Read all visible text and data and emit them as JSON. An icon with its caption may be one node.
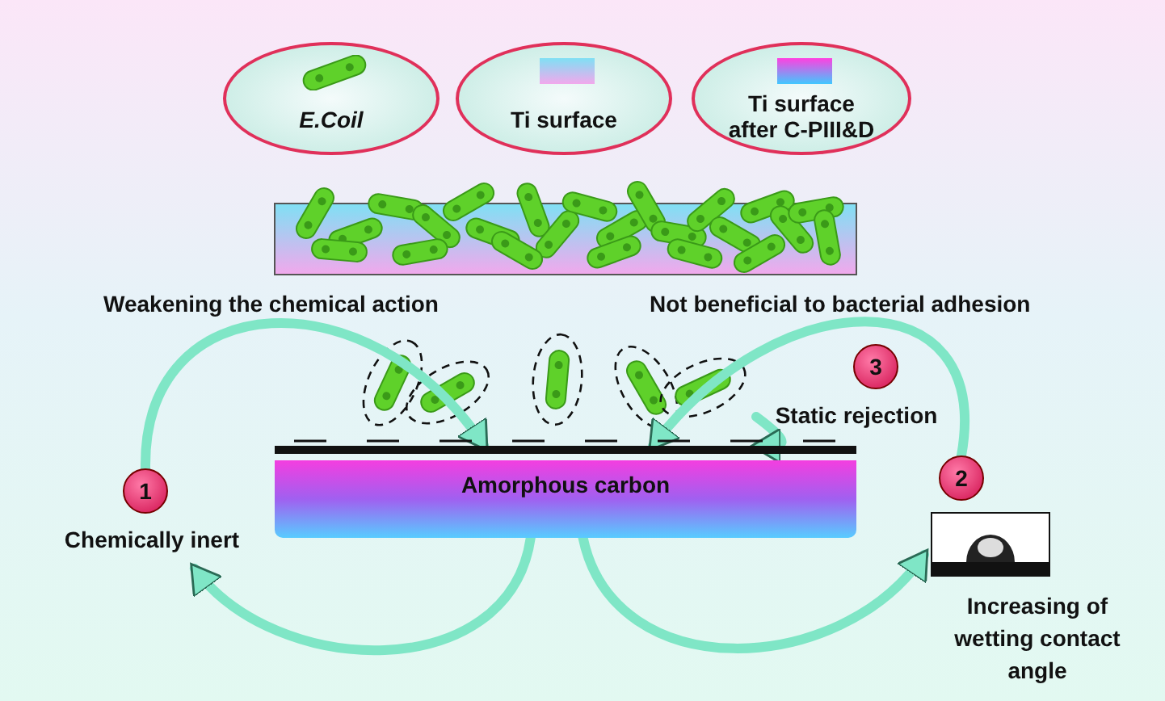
{
  "diagram": {
    "nodes": [
      {
        "text": [
          "E.Coil"
        ]
      },
      {
        "text": [
          "Ti surface"
        ]
      },
      {
        "text": [
          "Ti surface after C-PIII&D"
        ]
      },
      {
        "text": [
          "Amorphous carbon"
        ]
      },
      {
        "text": [
          "1"
        ],
        "beside": [
          "Chemically inert"
        ]
      },
      {
        "text": [
          "2"
        ]
      },
      {
        "text": [],
        "shape": "picture",
        "beside": [
          "Increasing of wetting contact angle"
        ]
      },
      {
        "text": [
          "3"
        ],
        "beside": [
          "Static rejection"
        ]
      }
    ],
    "edges": [
      {
        "from": 4,
        "to": 3,
        "arrow": "to",
        "label": "Weakening the chemical action"
      },
      {
        "from": 5,
        "to": 3,
        "arrow": "to",
        "label": "Not beneficial to bacterial adhesion"
      },
      {
        "from": 7,
        "to": 3,
        "arrow": "to"
      },
      {
        "from": 3,
        "to": 4,
        "arrow": "to"
      },
      {
        "from": 3,
        "to": 6,
        "arrow": "to"
      }
    ]
  }
}
